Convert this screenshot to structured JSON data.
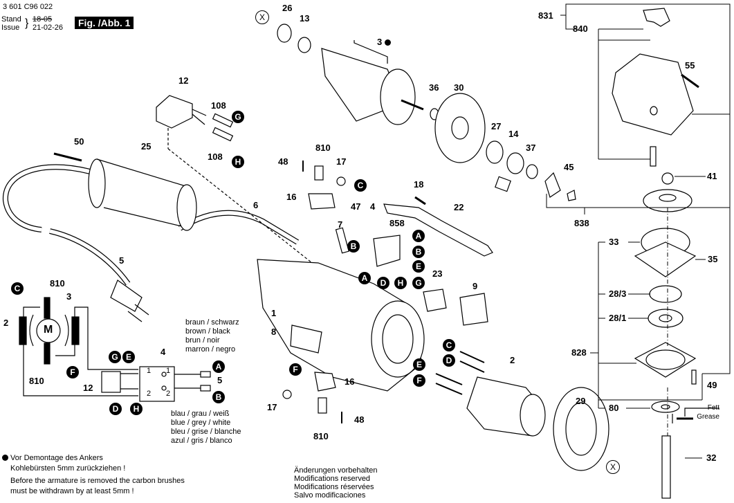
{
  "header": {
    "doc_number": "3 601 C96 022",
    "stand_label": "Stand",
    "issue_label": "Issue",
    "old_date": "18-05",
    "issue_date": "21-02-26",
    "figure_label": "Fig. /Abb. 1"
  },
  "part_labels": {
    "p26": "26",
    "p13": "13",
    "p3": "3",
    "p36": "36",
    "p30": "30",
    "p27": "27",
    "p14": "14",
    "p37": "37",
    "p45": "45",
    "p838": "838",
    "p831": "831",
    "p840": "840",
    "p55": "55",
    "p41": "41",
    "p12": "12",
    "p108a": "108",
    "p108b": "108",
    "p50": "50",
    "p25": "25",
    "p6": "6",
    "p5": "5",
    "p810a": "810",
    "p48a": "48",
    "p17a": "17",
    "p16a": "16",
    "p18": "18",
    "p22": "22",
    "p47": "47",
    "p7": "7",
    "p4": "4",
    "p858": "858",
    "p23": "23",
    "p9": "9",
    "p1": "1",
    "p8": "8",
    "p16b": "16",
    "p17b": "17",
    "p48b": "48",
    "p810b": "810",
    "p2": "2",
    "p29": "29",
    "p33": "33",
    "p35": "35",
    "p28_3": "28/3",
    "p28_1": "28/1",
    "p828": "828",
    "p49": "49",
    "p80": "80",
    "p32": "32"
  },
  "connector_markers": [
    "A",
    "B",
    "C",
    "D",
    "E",
    "F",
    "G",
    "H",
    "X"
  ],
  "schematic": {
    "motor_label": "M",
    "brush_top": "810",
    "brush_bottom": "810",
    "armature": "3",
    "field": "2",
    "switch": "4",
    "suppressor": "12",
    "cable": "5",
    "terminal_1": "1",
    "terminal_2": "2",
    "markers": {
      "c": "C",
      "f": "F",
      "g": "G",
      "e": "E",
      "d": "D",
      "h": "H",
      "a": "A",
      "b": "B"
    }
  },
  "wire_colors_top": [
    "braun   / schwarz",
    "brown   / black",
    "brun     / noir",
    "marron / negro"
  ],
  "wire_colors_bottom": [
    "blau / grau / weiß",
    "blue / grey  / white",
    "bleu / grise / blanche",
    "azul / gris   / blanco"
  ],
  "grease": {
    "de": "Fett",
    "en": "Grease"
  },
  "notes": {
    "line1": "Vor Demontage des Ankers",
    "line2": "Kohlebürsten 5mm zurückziehen !",
    "line3": "Before the armature is removed the carbon brushes",
    "line4": "must be withdrawn by at least 5mm !"
  },
  "disclaimer": [
    "Änderungen vorbehalten",
    "Modifications reserved",
    "Modifications réservées",
    "Salvo modificaciones"
  ]
}
